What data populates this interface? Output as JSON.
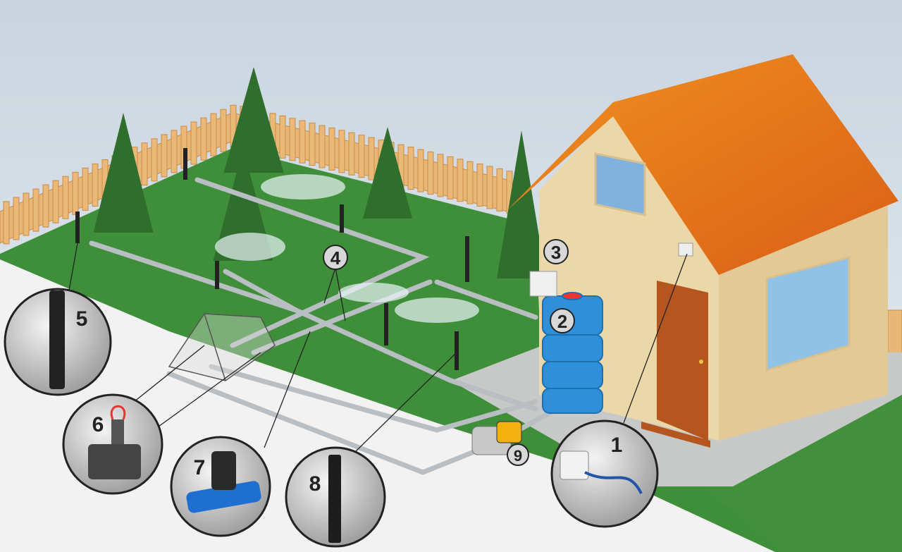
{
  "diagram": {
    "labels": {
      "l1": "1",
      "l2": "2",
      "l3": "3",
      "l4": "4",
      "l5": "5",
      "l6": "6",
      "l7": "7",
      "l8": "8",
      "l9": "9"
    },
    "colors": {
      "sky": "#d9e2ea",
      "lawn": "#3f8f3a",
      "roof": "#e8731c",
      "wall": "#ecd7a8",
      "tank": "#2f8fd8",
      "door": "#b5561e",
      "fence": "#e8b777"
    }
  }
}
